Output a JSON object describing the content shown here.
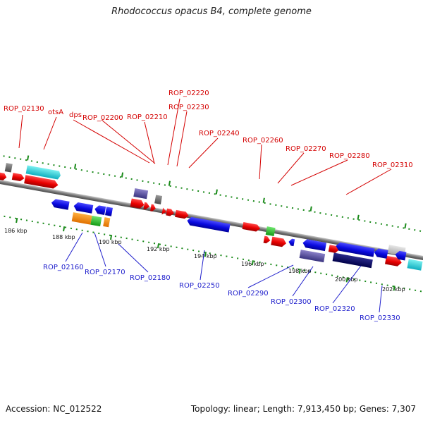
{
  "title": "Rhodococcus opacus B4, complete genome",
  "accession": "Accession: NC_012522",
  "summary": "Topology: linear; Length: 7,913,450 bp; Genes: 7,307",
  "colors": {
    "forward_label": "#d40000",
    "reverse_label": "#1e1ecc",
    "tick": "#1a8a1a",
    "backbone": "#8a8a8a"
  },
  "scale_labels": [
    "186 kbp",
    "188 kbp",
    "190 kbp",
    "192 kbp",
    "194 kbp",
    "196 kbp",
    "198 kbp",
    "200 kbp",
    "202 kbp"
  ],
  "forward_labels": [
    "ROP_02130",
    "otsA",
    "dps",
    "ROP_02200",
    "ROP_02210",
    "ROP_02220",
    "ROP_02230",
    "ROP_02240",
    "ROP_02260",
    "ROP_02270",
    "ROP_02280",
    "ROP_02310"
  ],
  "reverse_labels": [
    "ROP_02160",
    "ROP_02170",
    "ROP_02180",
    "ROP_02250",
    "ROP_02290",
    "ROP_02300",
    "ROP_02320",
    "ROP_02330"
  ]
}
